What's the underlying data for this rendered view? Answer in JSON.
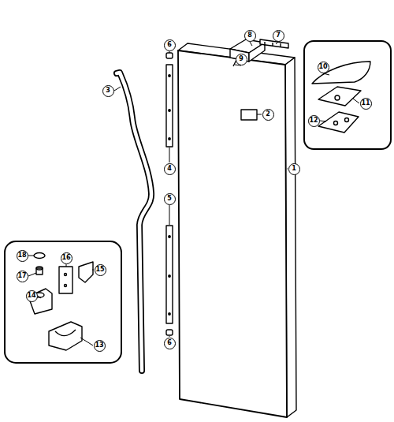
{
  "diagram": {
    "labels": [
      "6",
      "8",
      "7",
      "9",
      "10",
      "3",
      "2",
      "11",
      "12",
      "4",
      "1",
      "5",
      "18",
      "16",
      "15",
      "17",
      "14",
      "6",
      "13"
    ]
  }
}
